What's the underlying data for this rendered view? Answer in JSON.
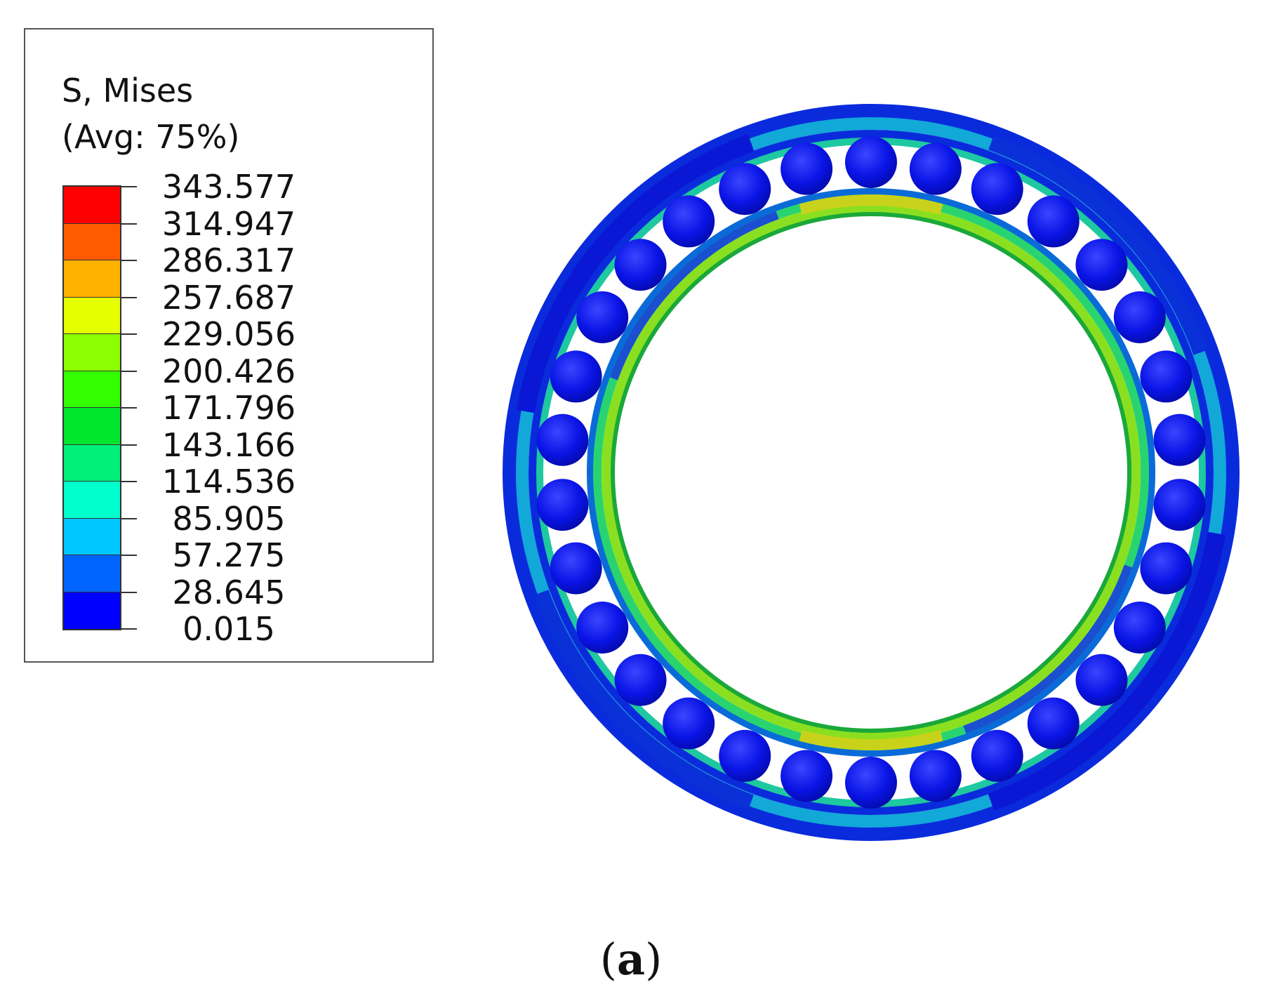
{
  "legend": {
    "title_line1": "S, Mises",
    "title_line2": "(Avg: 75%)",
    "levels": [
      "343.577",
      "314.947",
      "286.317",
      "257.687",
      "229.056",
      "200.426",
      "171.796",
      "143.166",
      "114.536",
      "85.905",
      "57.275",
      "28.645",
      "0.015"
    ],
    "band_colors": [
      "#ff0000",
      "#ff5a00",
      "#ffb300",
      "#e6ff00",
      "#8cff00",
      "#33ff00",
      "#00e62e",
      "#00f07a",
      "#00ffcc",
      "#00c8ff",
      "#0064ff",
      "#0000ff"
    ]
  },
  "caption": {
    "open": "(",
    "letter": "a",
    "close": ")"
  },
  "figure": {
    "ball_count": 30,
    "ball_color": "#0a14e6",
    "outer_ring_colors": [
      "#0a2bdc",
      "#12a8d8",
      "#1ec8a0"
    ],
    "inner_ring_colors": [
      "#0a6bd8",
      "#29d470",
      "#8ae020"
    ],
    "peak_color": "#c9d21a"
  }
}
